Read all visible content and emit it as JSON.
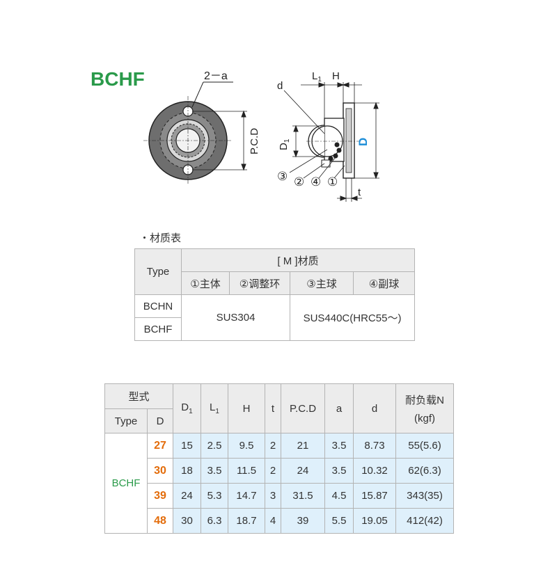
{
  "product": {
    "title": "BCHF"
  },
  "drawing_labels": {
    "holes": "2－a",
    "pcd": "P.C.D",
    "d": "d",
    "l1": "L",
    "l1_sub": "1",
    "h": "H",
    "d1": "D",
    "d1_sub": "1",
    "big_d": "D",
    "t": "t",
    "parts": [
      "③",
      "②",
      "④",
      "①"
    ]
  },
  "material_table": {
    "section_label": "・材质表",
    "type_header": "Type",
    "material_header": "[ M ]材质",
    "sub_headers": [
      "①主体",
      "②调整环",
      "③主球",
      "④副球"
    ],
    "types": [
      "BCHN",
      "BCHF"
    ],
    "body_material": "SUS304",
    "ball_material": "SUS440C(HRC55～)"
  },
  "spec_table": {
    "model_header": "型式",
    "type_header": "Type",
    "d_header": "D",
    "col_d1": "D",
    "col_d1_sub": "1",
    "col_l1": "L",
    "col_l1_sub": "1",
    "col_h": "H",
    "col_t": "t",
    "col_pcd": "P.C.D",
    "col_a": "a",
    "col_d": "d",
    "col_load": "耐负载N",
    "col_load_unit": "(kgf)",
    "type_value": "BCHF",
    "rows": [
      {
        "D": "27",
        "D1": "15",
        "L1": "2.5",
        "H": "9.5",
        "t": "2",
        "PCD": "21",
        "a": "3.5",
        "d": "8.73",
        "load": "55(5.6)"
      },
      {
        "D": "30",
        "D1": "18",
        "L1": "3.5",
        "H": "11.5",
        "t": "2",
        "PCD": "24",
        "a": "3.5",
        "d": "10.32",
        "load": "62(6.3)"
      },
      {
        "D": "39",
        "D1": "24",
        "L1": "5.3",
        "H": "14.7",
        "t": "3",
        "PCD": "31.5",
        "a": "4.5",
        "d": "15.87",
        "load": "343(35)"
      },
      {
        "D": "48",
        "D1": "30",
        "L1": "6.3",
        "H": "18.7",
        "t": "4",
        "PCD": "39",
        "a": "5.5",
        "d": "19.05",
        "load": "412(42)"
      }
    ]
  }
}
